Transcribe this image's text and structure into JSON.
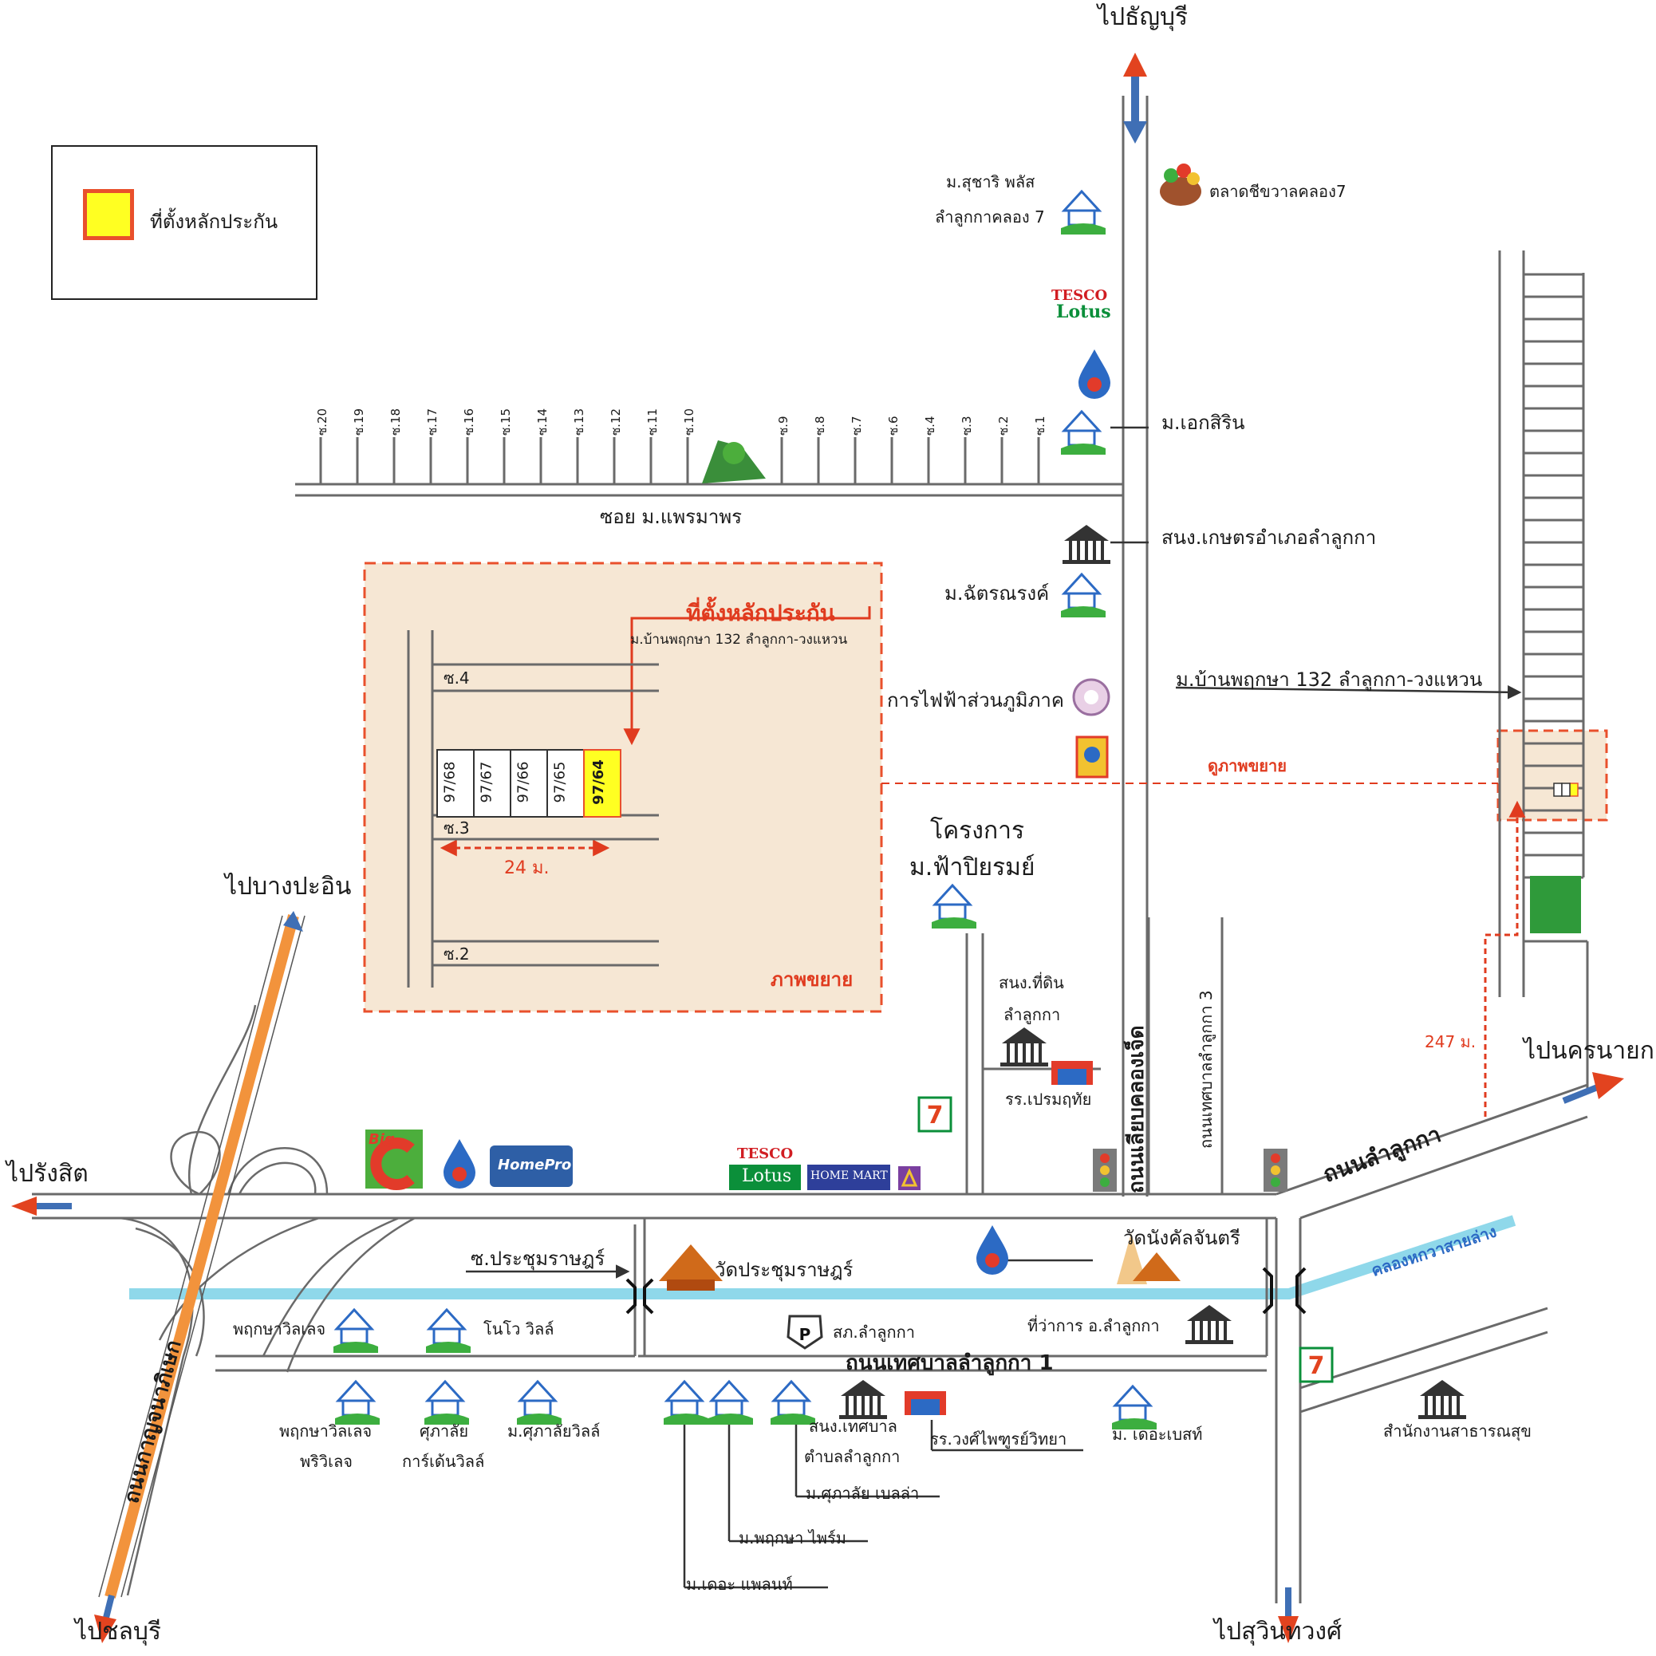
{
  "legend": {
    "label": "ที่ตั้งหลักประกัน",
    "swatch_fill": "#ffff22",
    "swatch_border": "#e9502c"
  },
  "directions": {
    "north": "ไปธัญบุรี",
    "west": "ไปรังสิต",
    "northwest": "ไปบางปะอิน",
    "southwest": "ไปชลบุรี",
    "south": "ไปสุวินทวงศ์",
    "east": "ไปนครนายก"
  },
  "roads": {
    "soi_praemaporn": "ซอย ม.แพรมาพร",
    "khlong_7": "ถนนเลียบคลองเจ็ด",
    "lamlukka_3": "ถนนเทศบาลลำลูกกา 3",
    "lamlukka": "ถนนลำลูกกา",
    "lamlukka_1": "ถนนเทศบาลลำลูกกา 1",
    "kanchanaphisek": "ถนนกาญจนาภิเษก",
    "khlong_hok_wa": "คลองหกวาสายล่าง",
    "soi_prachum": "ซ.ประชุมราษฎร์"
  },
  "sois_left": [
    "ซ.20",
    "ซ.19",
    "ซ.18",
    "ซ.17",
    "ซ.16",
    "ซ.15",
    "ซ.14",
    "ซ.13",
    "ซ.12",
    "ซ.11",
    "ซ.10"
  ],
  "sois_right": [
    "ซ.9",
    "ซ.8",
    "ซ.7",
    "ซ.6",
    "ซ.4",
    "ซ.3",
    "ซ.2",
    "ซ.1"
  ],
  "inset": {
    "title": "ที่ตั้งหลักประกัน",
    "subtitle": "ม.บ้านพฤกษา 132 ลำลูกกา-วงแหวน",
    "soi_4": "ซ.4",
    "soi_3": "ซ.3",
    "soi_2": "ซ.2",
    "lots": [
      "97/68",
      "97/67",
      "97/66",
      "97/65",
      "97/64"
    ],
    "distance": "24 ม.",
    "caption": "ภาพขยาย",
    "fill": "#f6e7d4",
    "border": "#e9502c"
  },
  "right_detail": {
    "project": "ม.บ้านพฤกษา 132 ลำลูกกา-วงแหวน",
    "zoom_label": "ดูภาพขยาย",
    "distance": "247 ม."
  },
  "places": {
    "suchari": [
      "ม.สุชาริ พลัส",
      "ลำลูกกาคลอง 7"
    ],
    "market": "ตลาดชีขวาลคลอง7",
    "ekasirin": "ม.เอกสิริน",
    "bank_agri": "สนง.เกษตรอำเภอลำลูกกา",
    "chatrarong": "ม.ฉัตรณรงค์",
    "pea": "การไฟฟ้าส่วนภูมิภาค",
    "faphirom": [
      "โครงการ",
      "ม.ฟ้าปิยรมย์"
    ],
    "land_office": [
      "สนง.ที่ดิน",
      "ลำลูกกา"
    ],
    "school_prem": "รร.เปรมฤทัย",
    "wat_prachum": "วัดประชุมราษฎร์",
    "wat_nang": "วัดนังคัลจันตรี",
    "police": "สภ.ลำลูกกา",
    "district_office": "ที่ว่าการ อ.ลำลูกกา",
    "pruksa_village": "พฤกษาวิลเลจ",
    "novo": "โนโว วิลล์",
    "pruksa_privillage": [
      "พฤกษาวิลเลจ",
      "พริวิเลจ"
    ],
    "supalai_garden": [
      "ศุภาลัย",
      "การ์เด้นวิลล์"
    ],
    "supalai_ville": "ม.ศุภาลัยวิลล์",
    "municipality": [
      "สนง.เทศบาล",
      "ตำบลลำลูกกา"
    ],
    "school_wong": "รร.วงศ์ไพฑูรย์วิทยา",
    "the_best": "ม. เดอะเบสท์",
    "health_office": "สำนักงานสาธารณสุข",
    "supalai_bella": "ม.ศุภาลัย เบลล่า",
    "pruksa_prime": "ม.พฤกษา ไพร์ม",
    "the_plant": "ม.เดอะ แพลนท์"
  },
  "logos": {
    "tesco": "TESCO",
    "lotus": "Lotus",
    "homepro": "HomePro",
    "homemart": "HOME MART",
    "big_c": "Big"
  },
  "colors": {
    "road": "#6a6a6a",
    "canal": "#8fd8ea",
    "expressway": "#f2933c",
    "arrow": "#3f6fb5",
    "arrow_head": "#e2431f",
    "accent_red": "#e03b1f",
    "green_block": "#2f9a3a"
  }
}
